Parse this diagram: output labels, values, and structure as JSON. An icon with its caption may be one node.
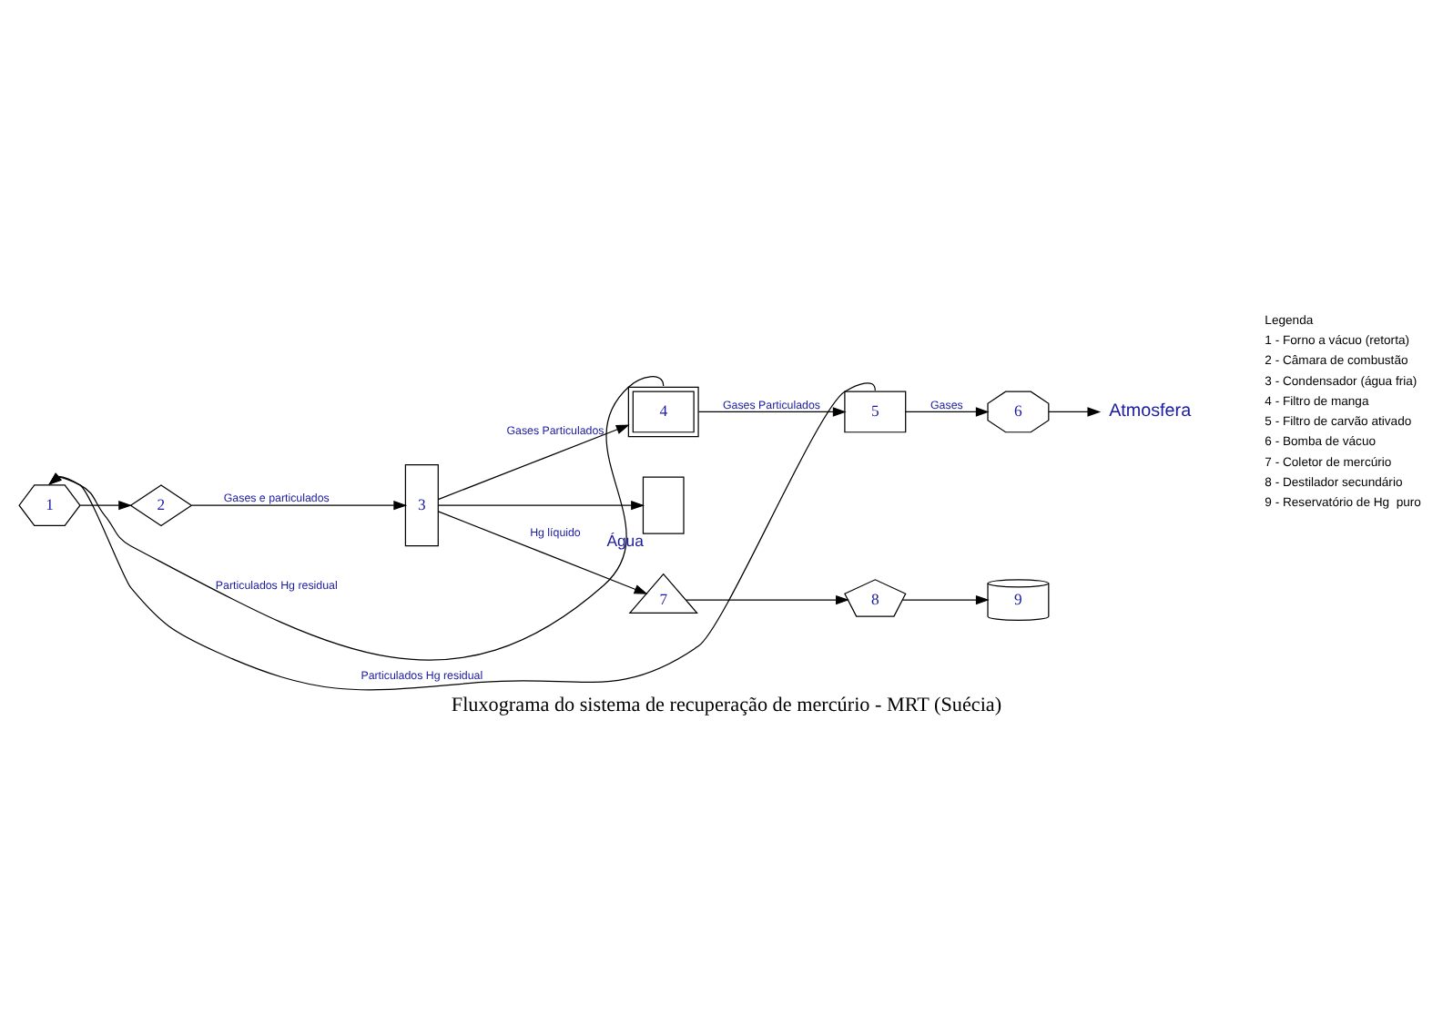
{
  "diagram": {
    "caption": "Fluxograma do sistema de recuperação de mercúrio - MRT (Suécia)",
    "nodes": [
      {
        "text": [
          "1"
        ]
      },
      {
        "text": [
          "2"
        ]
      },
      {
        "text": [
          "3"
        ]
      },
      {
        "text": [
          "4"
        ]
      },
      {
        "text": [
          "5"
        ]
      },
      {
        "text": [
          "6"
        ]
      },
      {
        "text": [
          "Atmosfera"
        ]
      },
      {
        "text": [],
        "shape": "box",
        "beside": [
          "Água"
        ]
      },
      {
        "text": [
          "7"
        ]
      },
      {
        "text": [
          "8"
        ]
      },
      {
        "text": [
          "9"
        ]
      }
    ],
    "edges": [
      {
        "from": 0,
        "to": 1,
        "arrow": "to"
      },
      {
        "from": 1,
        "to": 2,
        "arrow": "to",
        "label": "Gases e particulados"
      },
      {
        "from": 2,
        "to": 3,
        "arrow": "to",
        "label": "Gases Particulados"
      },
      {
        "from": 3,
        "to": 4,
        "arrow": "to",
        "label": "Gases Particulados"
      },
      {
        "from": 4,
        "to": 5,
        "arrow": "to",
        "label": "Gases"
      },
      {
        "from": 5,
        "to": 6,
        "arrow": "to"
      },
      {
        "from": 3,
        "to": 0,
        "arrow": "to",
        "label": "Particulados Hg residual"
      },
      {
        "from": 4,
        "to": 0,
        "arrow": "to",
        "label": "Particulados Hg residual"
      },
      {
        "from": 2,
        "to": 7,
        "arrow": "to"
      },
      {
        "from": 2,
        "to": 8,
        "arrow": "to",
        "label": "Hg líquido"
      },
      {
        "from": 8,
        "to": 9,
        "arrow": "to"
      },
      {
        "from": 9,
        "to": 10,
        "arrow": "to"
      }
    ],
    "labels": [
      "Legenda",
      "1 - Forno a vácuo (retorta)",
      "2 - Câmara de combustão",
      "3 - Condensador (água fria)",
      "4 - Filtro de manga",
      "5 - Filtro de carvão ativado",
      "6 - Bomba de vácuo",
      "7 - Coletor de mercúrio",
      "8 - Destilador secundário",
      "9 - Reservatório de Hg  puro"
    ]
  }
}
